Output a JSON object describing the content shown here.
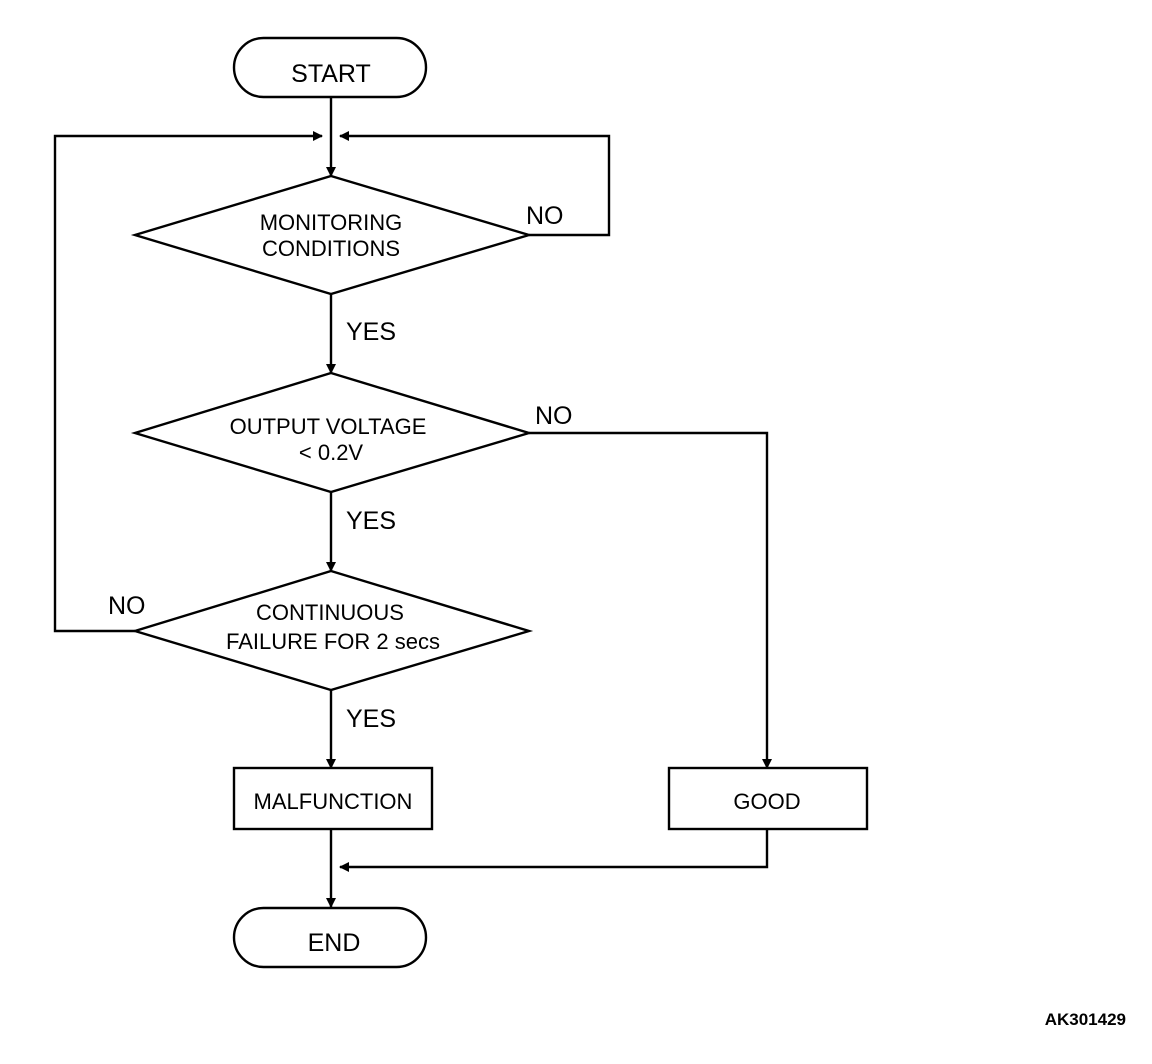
{
  "nodes": {
    "start": "START",
    "monitoring": [
      "MONITORING",
      "CONDITIONS"
    ],
    "output_voltage": [
      "OUTPUT VOLTAGE",
      "< 0.2V"
    ],
    "continuous": [
      "CONTINUOUS",
      "FAILURE FOR 2 secs"
    ],
    "malfunction": "MALFUNCTION",
    "good": "GOOD",
    "end": "END"
  },
  "branches": {
    "monitoring_no": "NO",
    "monitoring_yes": "YES",
    "voltage_no": "NO",
    "voltage_yes": "YES",
    "continuous_no": "NO",
    "continuous_yes": "YES"
  },
  "figure_id": "AK301429"
}
